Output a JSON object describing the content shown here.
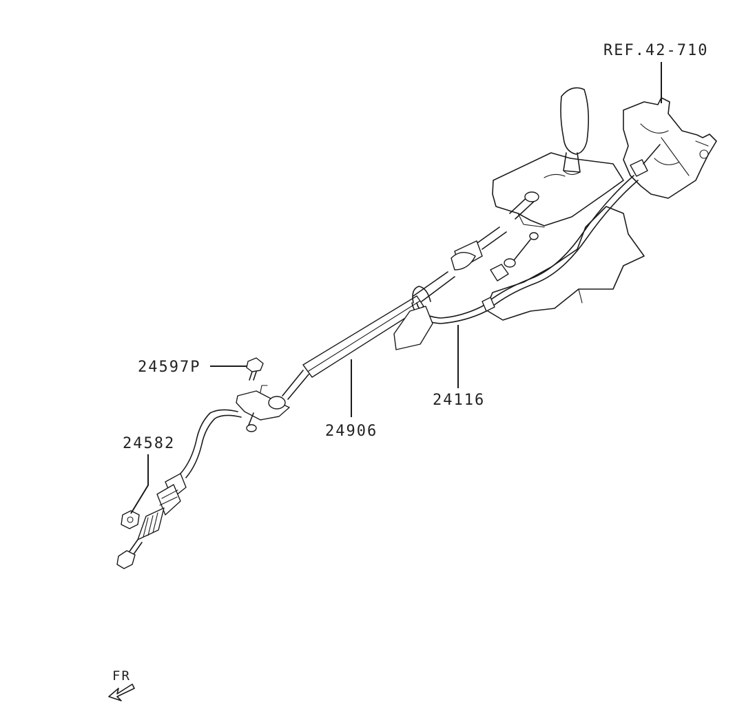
{
  "labels": {
    "ref": "REF.42-710",
    "part_24597P": "24597P",
    "part_24582": "24582",
    "part_24906": "24906",
    "part_24116": "24116",
    "fr": "FR"
  }
}
